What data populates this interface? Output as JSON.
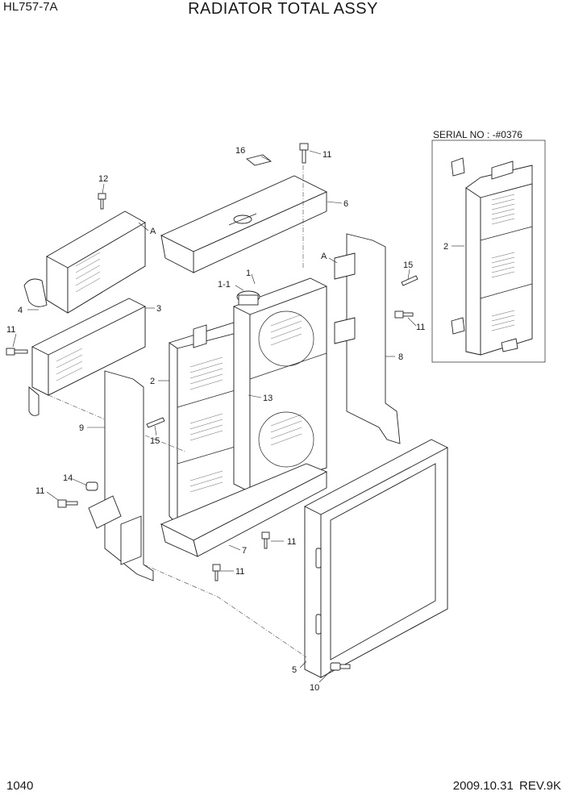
{
  "header": {
    "model": "HL757-7A",
    "title": "RADIATOR TOTAL ASSY"
  },
  "footer": {
    "page_number": "1040",
    "date_revision": "2009.10.31  REV.9K"
  },
  "inset": {
    "serial_label": "SERIAL NO : -#0376"
  },
  "callouts": {
    "c16": "16",
    "c11_top": "11",
    "c12": "12",
    "c6": "6",
    "cA_left": "A",
    "cA_right": "A",
    "c1": "1",
    "c1_1": "1-1",
    "c15_right": "15",
    "c4": "4",
    "c3": "3",
    "c11_right": "11",
    "c11_left": "11",
    "c8": "8",
    "c2": "2",
    "c13": "13",
    "c9": "9",
    "c15_left": "15",
    "c14": "14",
    "c11_lowleft": "11",
    "c11_mid": "11",
    "c7": "7",
    "c11_bottom": "11",
    "c5": "5",
    "c10": "10",
    "c2_inset": "2"
  }
}
